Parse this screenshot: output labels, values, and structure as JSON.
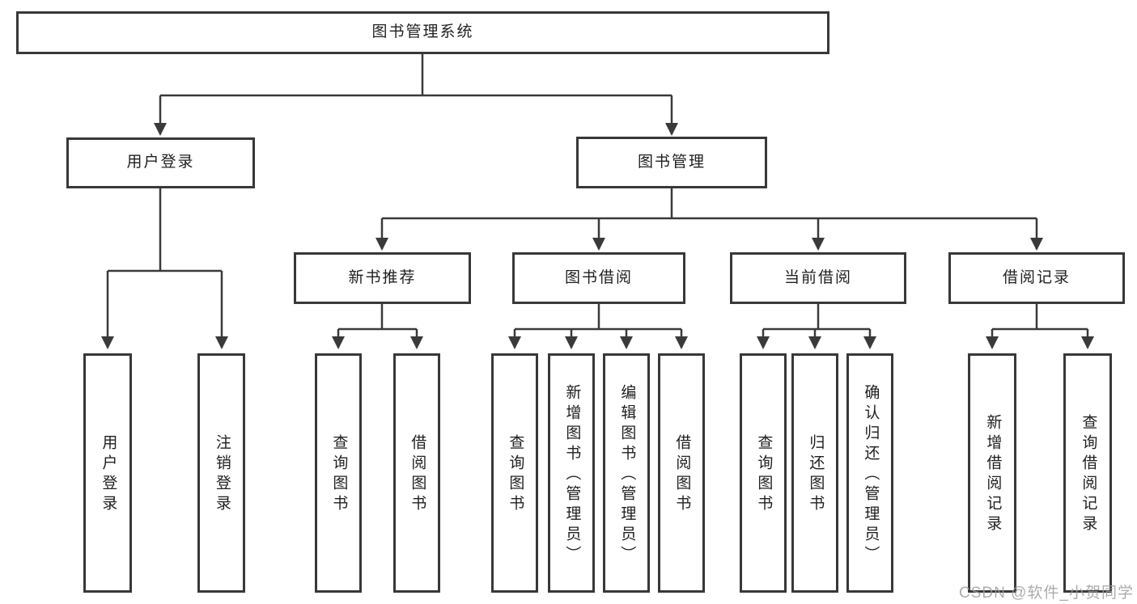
{
  "nodes": {
    "root": "图书管理系统",
    "l2": [
      "用户登录",
      "图书管理"
    ],
    "l3": [
      "新书推荐",
      "图书借阅",
      "当前借阅",
      "借阅记录"
    ],
    "leaves": [
      "用户登录",
      "注销登录",
      "查询图书",
      "借阅图书",
      "查询图书",
      "新增图书（管理员）",
      "编辑图书（管理员）",
      "借阅图书",
      "查询图书",
      "归还图书",
      "确认归还（管理员）",
      "新增借阅记录",
      "查询借阅记录"
    ]
  },
  "hierarchy": {
    "图书管理系统": {
      "用户登录": [
        "用户登录",
        "注销登录"
      ],
      "图书管理": {
        "新书推荐": [
          "查询图书",
          "借阅图书"
        ],
        "图书借阅": [
          "查询图书",
          "新增图书（管理员）",
          "编辑图书（管理员）",
          "借阅图书"
        ],
        "当前借阅": [
          "查询图书",
          "归还图书",
          "确认归还（管理员）"
        ],
        "借阅记录": [
          "新增借阅记录",
          "查询借阅记录"
        ]
      }
    }
  },
  "watermark": "CSDN @软件_小贺同学",
  "colors": {
    "line": "#3a3a3a",
    "box_border": "#383838",
    "box_fill": "#ffffff",
    "text": "#1f1f1f",
    "watermark_text": "#9e9e9e",
    "background": "#ffffff"
  }
}
